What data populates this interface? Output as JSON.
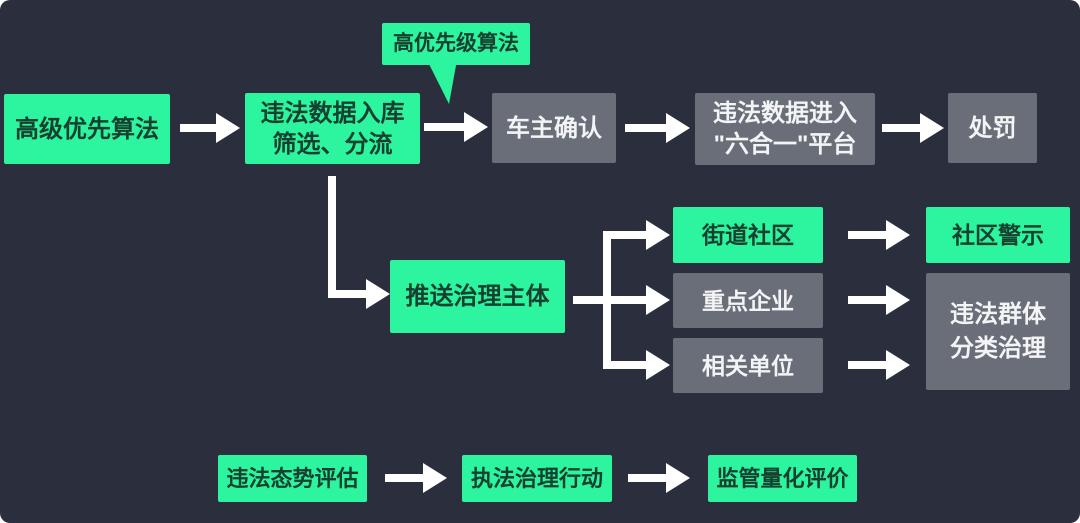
{
  "diagram": {
    "title_context": "violation-data-governance-flowchart",
    "colors": {
      "background": "#2b2f3d",
      "node_green": "#2df49e",
      "node_green_text": "#16402f",
      "node_gray": "#6a6e79",
      "node_gray_text": "#f3f4f6",
      "arrow": "#ffffff"
    },
    "nodes": {
      "priority_algorithm": "高级优先算法",
      "data_intake": "违法数据入库\n筛选、分流",
      "callout_high_priority": "高优先级算法",
      "owner_confirm": "车主确认",
      "six_in_one": "违法数据进入\n\"六合一\"平台",
      "punishment": "处罚",
      "push_governance": "推送治理主体",
      "street_community": "街道社区",
      "key_enterprises": "重点企业",
      "related_units": "相关单位",
      "community_warning": "社区警示",
      "group_governance": "违法群体\n分类治理",
      "situation_assessment": "违法态势评估",
      "enforcement_action": "执法治理行动",
      "quantitative_evaluation": "监管量化评价"
    }
  }
}
